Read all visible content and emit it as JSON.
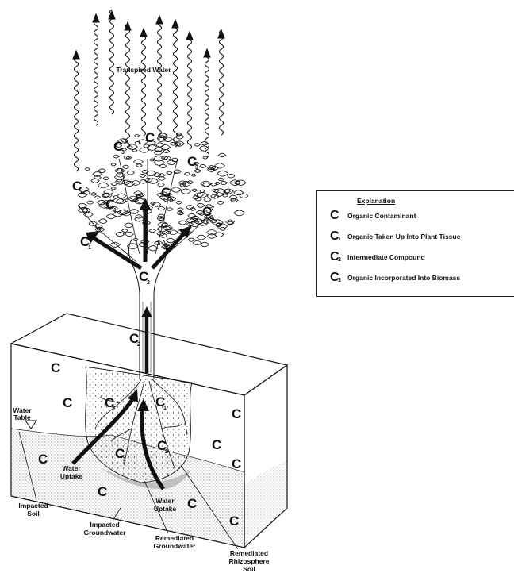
{
  "labels": {
    "transpired_water": "Transpired Water",
    "water_table_line1": "Water",
    "water_table_line2": "Table",
    "water_uptake_left_line1": "Water",
    "water_uptake_left_line2": "Uptake",
    "water_uptake_right_line1": "Water",
    "water_uptake_right_line2": "Uptake",
    "impacted_soil_line1": "Impacted",
    "impacted_soil_line2": "Soil",
    "impacted_groundwater_line1": "Impacted",
    "impacted_groundwater_line2": "Groundwater",
    "remediated_groundwater_line1": "Remediated",
    "remediated_groundwater_line2": "Groundwater",
    "remediated_rhizosphere_line1": "Remediated",
    "remediated_rhizosphere_line2": "Rhizosphere",
    "remediated_rhizosphere_line3": "Soil"
  },
  "symbols": {
    "c": "C",
    "sub1": "1",
    "sub2": "2",
    "sub3": "3"
  },
  "legend": {
    "title": "Explanation",
    "items": [
      {
        "symbol": "C",
        "subscript": "",
        "text": "Organic Contaminant"
      },
      {
        "symbol": "C",
        "subscript": "1",
        "text": "Organic Taken Up Into Plant Tissue"
      },
      {
        "symbol": "C",
        "subscript": "2",
        "text": "Intermediate Compound"
      },
      {
        "symbol": "C",
        "subscript": "3",
        "text": "Organic Incorporated Into Biomass"
      }
    ]
  }
}
